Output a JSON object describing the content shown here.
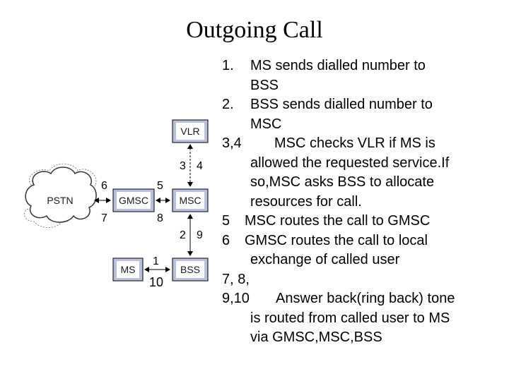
{
  "title": "Outgoing Call",
  "diagram": {
    "nodes": {
      "vlr": "VLR",
      "pstn": "PSTN",
      "gmsc": "GMSC",
      "msc": "MSC",
      "ms": "MS",
      "bss": "BSS"
    },
    "labels": {
      "l1": "1",
      "l2": "2",
      "l3": "3",
      "l4": "4",
      "l5": "5",
      "l6": "6",
      "l7": "7",
      "l8": "8",
      "l9": "9",
      "l10": "10"
    }
  },
  "steps": [
    {
      "label": "1.",
      "lines": [
        "MS sends dialled number to",
        "BSS"
      ]
    },
    {
      "label": "2.",
      "lines": [
        "BSS sends dialled number to",
        "MSC"
      ]
    },
    {
      "label": "3,4",
      "lines": [
        "MSC checks VLR if MS is",
        "allowed the requested service.If",
        "so,MSC asks BSS to allocate",
        "resources for call."
      ]
    },
    {
      "label": "5",
      "lines": [
        "MSC routes the call to GMSC"
      ]
    },
    {
      "label": "6",
      "lines": [
        "GMSC routes the call  to local",
        "exchange of called user"
      ]
    },
    {
      "label": "7, 8,",
      "lines": []
    },
    {
      "label": "9,10",
      "lines": [
        "Answer back(ring back) tone",
        "is routed from called user to MS",
        "via GMSC,MSC,BSS"
      ]
    }
  ]
}
